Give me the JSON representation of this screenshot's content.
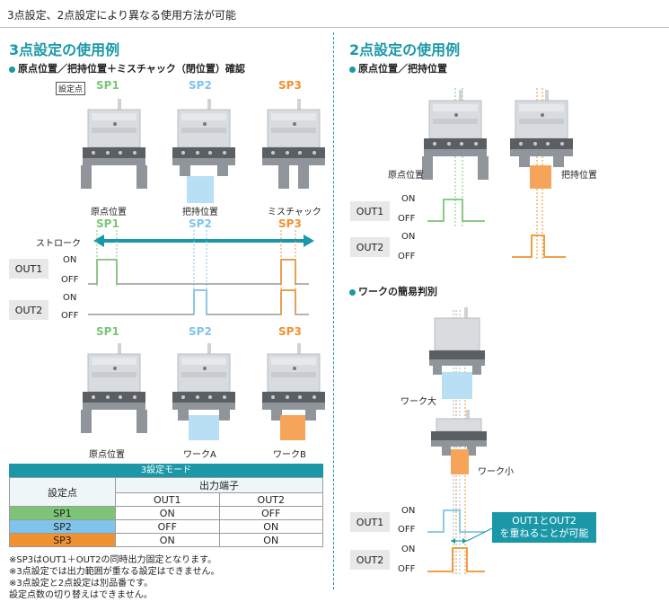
{
  "page_title": "3点設定、2点設定により異なる使用方法が可能",
  "left": {
    "heading": "3点設定の使用例",
    "subheading": "原点位置／把持位置＋ミスチャック（閉位置）確認",
    "tag": "設定点",
    "sp_labels": [
      "SP1",
      "SP2",
      "SP3"
    ],
    "top_captions": [
      "原点位置",
      "把持位置",
      "ミスチャック"
    ],
    "stroke_label": "ストローク",
    "out1": "OUT1",
    "out2": "OUT2",
    "on": "ON",
    "off": "OFF",
    "bottom_captions": [
      "原点位置",
      "ワークA",
      "ワークB"
    ],
    "table": {
      "title": "3設定モード",
      "col_header": "設定点",
      "group_header": "出力端子",
      "sub_headers": [
        "OUT1",
        "OUT2"
      ],
      "rows": [
        {
          "sp": "SP1",
          "out1": "ON",
          "out2": "OFF"
        },
        {
          "sp": "SP2",
          "out1": "OFF",
          "out2": "ON"
        },
        {
          "sp": "SP3",
          "out1": "ON",
          "out2": "ON"
        }
      ]
    },
    "notes": [
      "※SP3はOUT1＋OUT2の同時出力固定となります。",
      "※3点設定では出力範囲が重なる設定はできません。",
      "※3点設定と2点設定は別品番です。",
      "設定点数の切り替えはできません。"
    ]
  },
  "right": {
    "heading": "2点設定の使用例",
    "subheading": "原点位置／把持位置",
    "captions": [
      "原点位置",
      "把持位置"
    ],
    "out1": "OUT1",
    "out2": "OUT2",
    "on": "ON",
    "off": "OFF",
    "subheading2": "ワークの簡易判別",
    "work_large": "ワーク大",
    "work_small": "ワーク小",
    "callout_line1": "OUT1とOUT2",
    "callout_line2": "を重ねることが可能"
  },
  "colors": {
    "accent": "#1a98a8",
    "sp1": "#7cc576",
    "sp2": "#7fc4ea",
    "sp3": "#f0922f"
  }
}
